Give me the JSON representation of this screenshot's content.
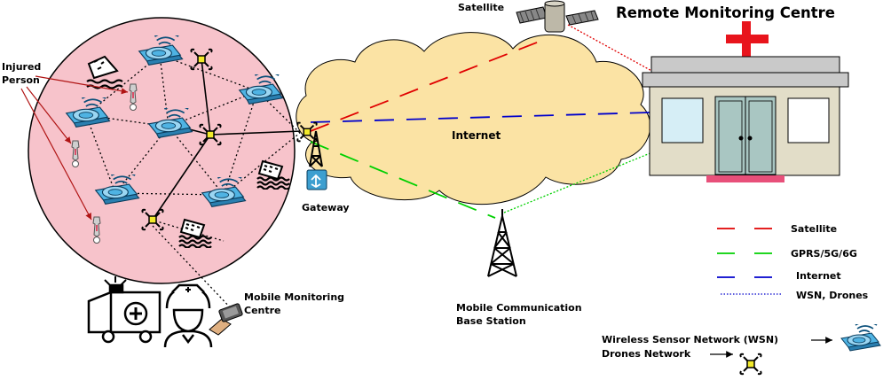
{
  "title": "Remote Monitoring Centre",
  "labels": {
    "satellite": "Satellite",
    "internet_cloud": "Internet",
    "gateway": "Gateway",
    "injured_line1": "Injured",
    "injured_line2": "Person",
    "mobile_monitoring_line1": "Mobile Monitoring",
    "mobile_monitoring_line2": "Centre",
    "base_station_line1": "Mobile Communication",
    "base_station_line2": "Base Station",
    "wsn_network": "Wireless Sensor Network (WSN)",
    "drones_network": "Drones Network"
  },
  "legend": [
    {
      "label": "Satellite",
      "color": "#e00000",
      "style": "dashed"
    },
    {
      "label": "GPRS/5G/6G",
      "color": "#00d000",
      "style": "dashed"
    },
    {
      "label": "Internet",
      "color": "#0000cc",
      "style": "dashed"
    },
    {
      "label": "WSN, Drones",
      "color": "#0000cc",
      "style": "dotted"
    }
  ],
  "colors": {
    "disaster_area": "#f7c3cb",
    "cloud": "#fbe3a4",
    "building_wall": "#e2ddc8",
    "building_roof": "#c9c9c9",
    "red_cross": "#e8141c",
    "sensor_node": "#3d9fd0",
    "drone_body": "#f2ea2a"
  },
  "icons": [
    "satellite-icon",
    "red-cross-icon",
    "sensor-node-icon",
    "drone-icon",
    "gateway-tower-icon",
    "router-icon",
    "antenna-tower-icon",
    "ambulance-icon",
    "nurse-icon",
    "smartphone-icon",
    "collapsed-building-icon",
    "flood-icon",
    "injured-person-icon"
  ]
}
